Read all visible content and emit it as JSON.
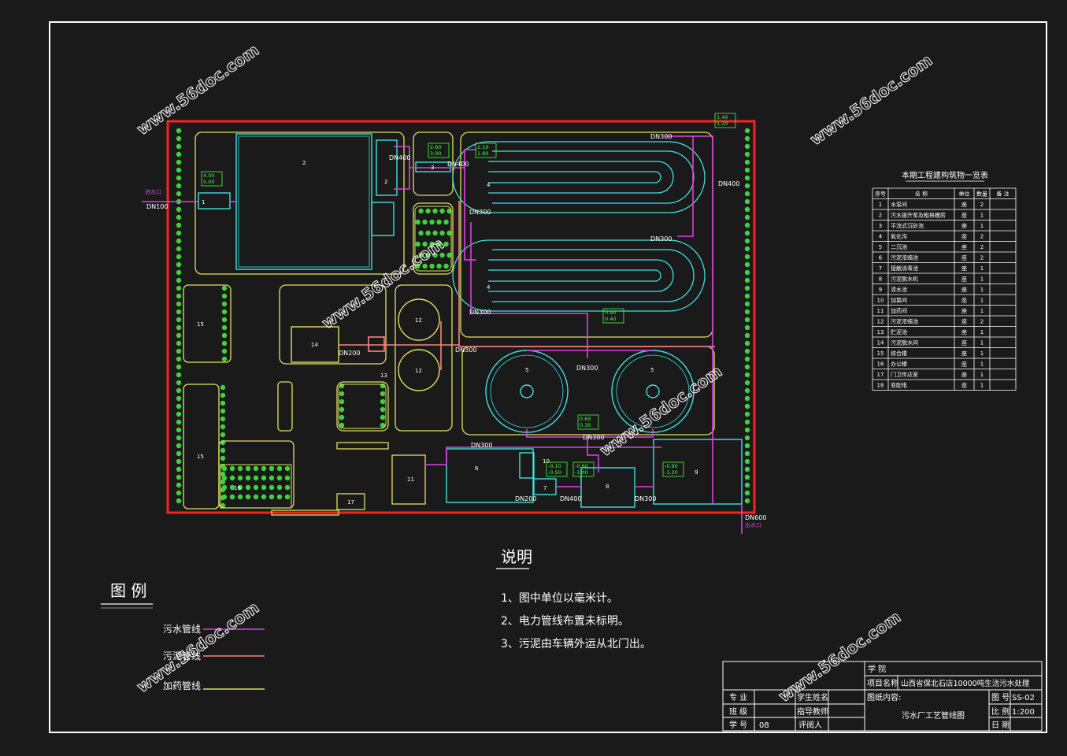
{
  "watermark": "www.56doc.com",
  "plan": {
    "pipe_labels": {
      "dn100": "DN100",
      "dn400_a": "DN400",
      "dn400_b": "DN400",
      "dn400_right": "DN400",
      "dn300_top": "DN300",
      "dn300_mid": "DN300",
      "dn300_a": "DN300",
      "dn300_b": "DN300",
      "dn300_c": "DN300",
      "dn300_d": "DN300",
      "dn300_e": "DN300",
      "dn300_f": "DN300",
      "dn200_a": "DN200",
      "dn200_b": "DN200",
      "dn400_c": "DN400",
      "dn300_g": "DN300",
      "dn600": "DN600",
      "inlet": "进水口",
      "outlet": "出水口"
    },
    "unit_numbers": {
      "u1": "1",
      "u2": "2",
      "u2b": "2",
      "u3": "3",
      "u4a": "4",
      "u4b": "4",
      "u5a": "5",
      "u5b": "5",
      "u6": "6",
      "u7": "7",
      "u8": "8",
      "u9": "9",
      "u10": "10",
      "u11": "11",
      "u12a": "12",
      "u12b": "12",
      "u13": "13",
      "u14": "14",
      "u15a": "15",
      "u15b": "15",
      "u16": "16",
      "u17": "17"
    },
    "elevations": {
      "e1": "4.00",
      "e1b": "5.00",
      "e2": "2.60",
      "e2b": "3.00",
      "e3": "2.10",
      "e3b": "1.80",
      "e4": "1.40",
      "e4b": "1.20",
      "e5": "0.90",
      "e5b": "0.40",
      "e6": "0.60",
      "e6b": "0.30",
      "e7": "-0.10",
      "e7b": "-0.50",
      "e8": "-0.60",
      "e8b": "-1.00",
      "e9": "-0.90",
      "e9b": "-1.20"
    }
  },
  "table": {
    "title": "本期工程建构筑物一览表",
    "headers": [
      "序号",
      "名 称",
      "单位",
      "数量",
      "备 注"
    ],
    "rows": [
      [
        "1",
        "水泵间",
        "座",
        "2",
        ""
      ],
      [
        "2",
        "污水提升泵及粗格栅房",
        "座",
        "1",
        ""
      ],
      [
        "3",
        "平流式沉砂池",
        "座",
        "1",
        ""
      ],
      [
        "4",
        "氧化沟",
        "座",
        "2",
        ""
      ],
      [
        "5",
        "二沉池",
        "座",
        "2",
        ""
      ],
      [
        "6",
        "污泥浓缩池",
        "座",
        "2",
        ""
      ],
      [
        "7",
        "接触消毒池",
        "座",
        "1",
        ""
      ],
      [
        "8",
        "污泥脱水机",
        "座",
        "1",
        ""
      ],
      [
        "9",
        "清水池",
        "座",
        "1",
        ""
      ],
      [
        "10",
        "加氯间",
        "座",
        "1",
        ""
      ],
      [
        "11",
        "加药间",
        "座",
        "1",
        ""
      ],
      [
        "12",
        "污泥浓缩池",
        "座",
        "2",
        ""
      ],
      [
        "13",
        "贮泥池",
        "座",
        "1",
        ""
      ],
      [
        "14",
        "污泥脱水间",
        "座",
        "1",
        ""
      ],
      [
        "15",
        "综合楼",
        "座",
        "1",
        ""
      ],
      [
        "16",
        "办公楼",
        "座",
        "1",
        ""
      ],
      [
        "17",
        "门卫传达室",
        "座",
        "1",
        ""
      ],
      [
        "18",
        "变配电",
        "座",
        "1",
        ""
      ]
    ]
  },
  "legend": {
    "title": "图 例",
    "items": [
      {
        "label": "污水管线",
        "color": "#e040e0"
      },
      {
        "label": "污泥管线",
        "color": "#ff8080"
      },
      {
        "label": "加药管线",
        "color": "#e0e060"
      }
    ]
  },
  "notes": {
    "title": "说明",
    "items": [
      "1、图中单位以毫米计。",
      "2、电力管线布置未标明。",
      "3、污泥由车辆外运从北门出。"
    ]
  },
  "title_block": {
    "school_label": "学 院",
    "project_label": "项目名称",
    "project_value": "山西省保北石店10000吨生活污水处理",
    "content_label": "图纸内容:",
    "content_value": "污水厂工艺管线图",
    "major_label": "专 业",
    "class_label": "班 级",
    "student_no_label": "学 号",
    "student_no_value": "08",
    "student_name_label": "学生姓名",
    "advisor_label": "指导教师",
    "reviewer_label": "评阅人",
    "drawing_no_label": "图 号",
    "drawing_no_value": "SS-02",
    "scale_label": "比 例",
    "scale_value": "1:200",
    "date_label": "日 期"
  },
  "colors": {
    "background": "#1a1a1a",
    "frame": "#ffffff",
    "site_boundary": "#ff2020",
    "road": "#e0e060",
    "structure": "#40e0e0",
    "sewage_pipe": "#e040e0",
    "sludge_pipe": "#ff8080",
    "elevation": "#40ff40",
    "tree": "#40d040"
  }
}
